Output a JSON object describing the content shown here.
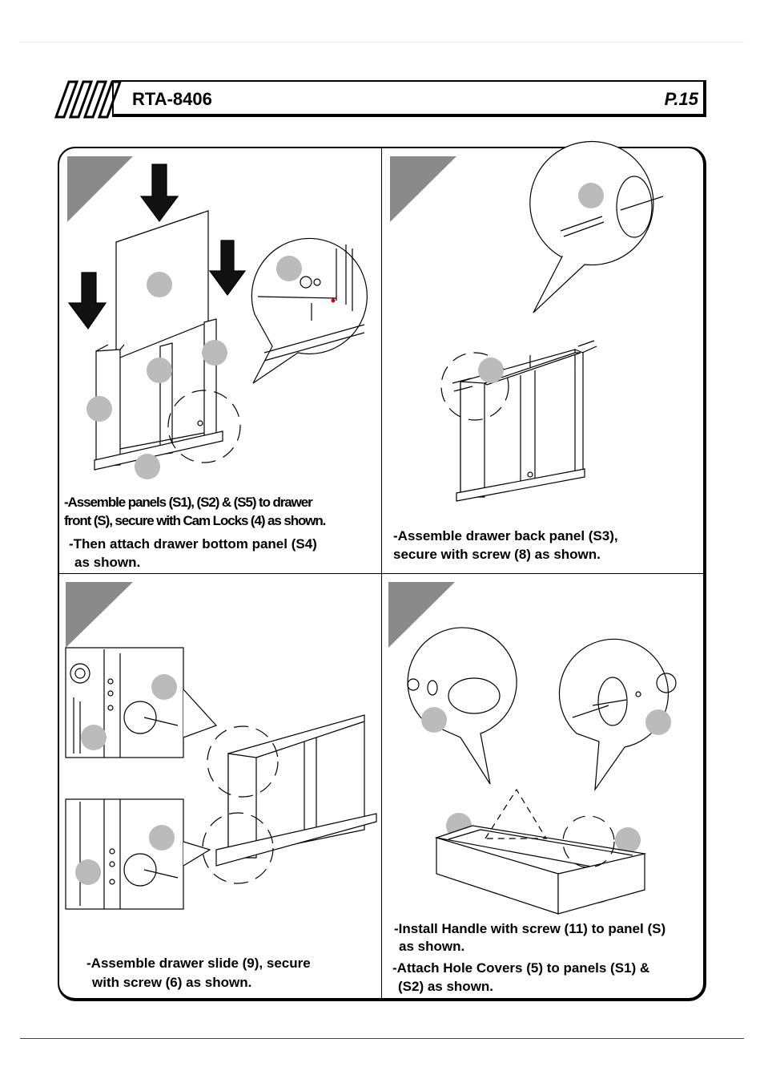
{
  "header": {
    "model": "RTA-8406",
    "page": "P.15"
  },
  "steps": [
    {
      "captions": [
        "-Assemble panels (S1), (S2) & (S5) to drawer",
        "front (S), secure with Cam Locks (4) as shown.",
        "-Then attach drawer bottom panel (S4)",
        "as shown."
      ]
    },
    {
      "captions": [
        "-Assemble drawer back panel (S3),",
        "secure with screw (8) as shown."
      ]
    },
    {
      "captions": [
        "-Assemble drawer slide (9), secure",
        "with screw (6) as shown."
      ]
    },
    {
      "captions": [
        "-Install Handle with screw (11) to panel (S)",
        "as shown.",
        "-Attach Hole Covers (5) to panels (S1) &",
        "(S2) as shown."
      ]
    }
  ]
}
